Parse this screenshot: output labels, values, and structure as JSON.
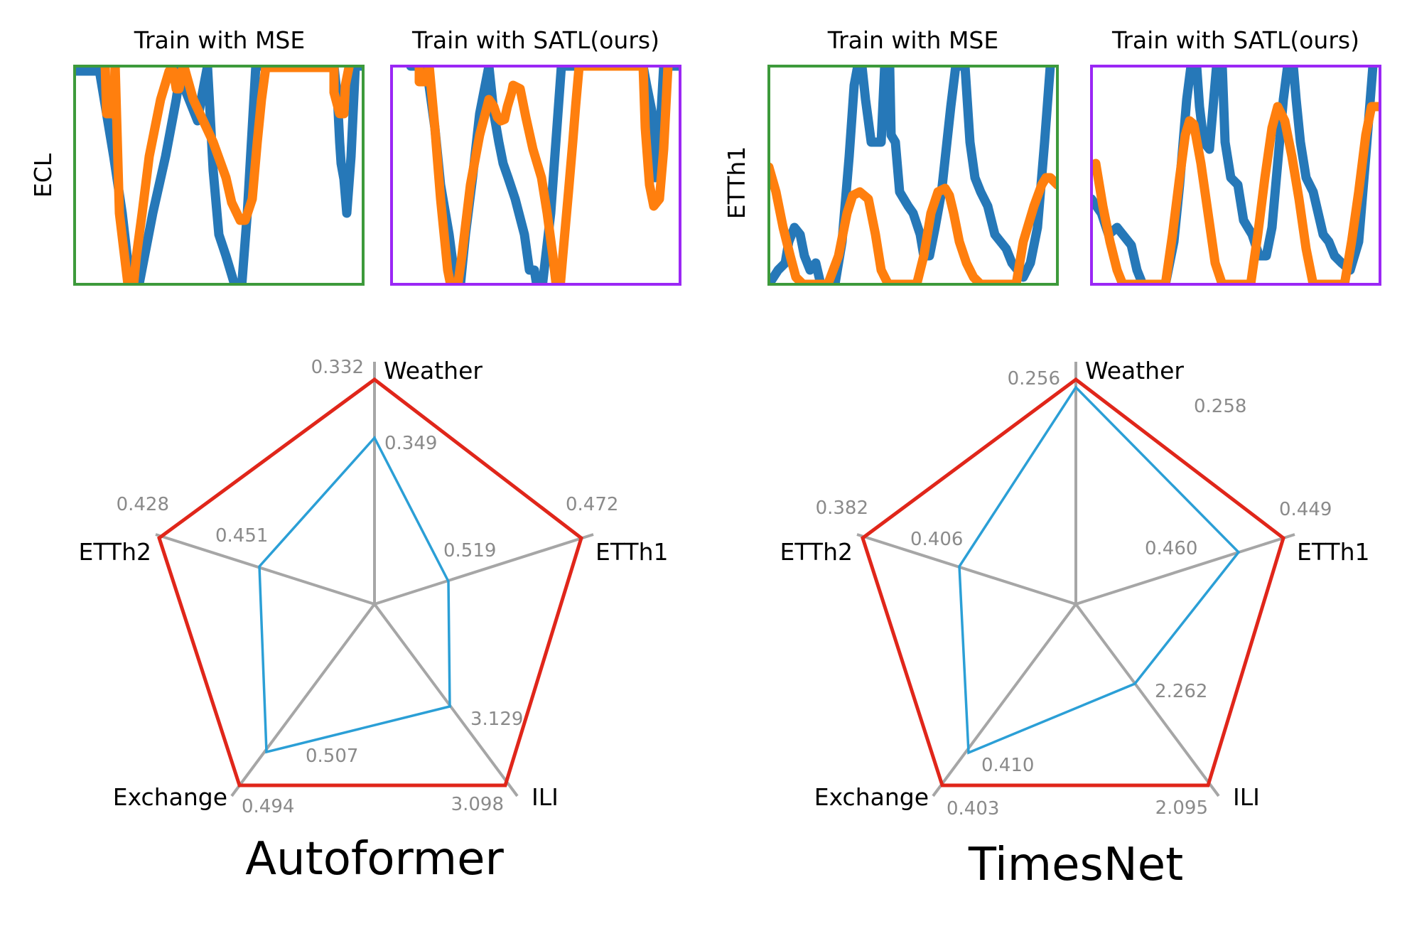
{
  "colors": {
    "mse_border": "#3d9a3b",
    "satl_border": "#9b27f5",
    "series_blue": "#2678b8",
    "series_orange": "#ff7f0e",
    "radar_outer": "#e0261a",
    "radar_inner": "#2b9fd6",
    "radar_axis": "#a6a6a6",
    "value_text": "#8a8a8a"
  },
  "zoom_panels": {
    "rows": [
      {
        "label": "ECL",
        "panels": [
          {
            "title": "Train with MSE",
            "kind": "mse"
          },
          {
            "title": "Train with SATL(ours)",
            "kind": "satl"
          }
        ]
      },
      {
        "label": "ETTh1",
        "panels": [
          {
            "title": "Train with MSE",
            "kind": "mse"
          },
          {
            "title": "Train with SATL(ours)",
            "kind": "satl"
          }
        ]
      }
    ]
  },
  "chart_data": [
    {
      "type": "radar",
      "title": "Autoformer",
      "axes": [
        "Weather",
        "ETTh1",
        "ILI",
        "Exchange",
        "ETTh2"
      ],
      "series": [
        {
          "values": [
            0.332,
            0.472,
            3.098,
            0.494,
            0.428
          ]
        },
        {
          "values": [
            0.349,
            0.519,
            3.129,
            0.507,
            0.451
          ]
        }
      ]
    },
    {
      "type": "radar",
      "title": "TimesNet",
      "axes": [
        "Weather",
        "ETTh1",
        "ILI",
        "Exchange",
        "ETTh2"
      ],
      "series": [
        {
          "values": [
            0.256,
            0.449,
            2.095,
            0.403,
            0.382
          ]
        },
        {
          "values": [
            0.258,
            0.46,
            2.262,
            0.41,
            0.406
          ]
        }
      ]
    }
  ]
}
